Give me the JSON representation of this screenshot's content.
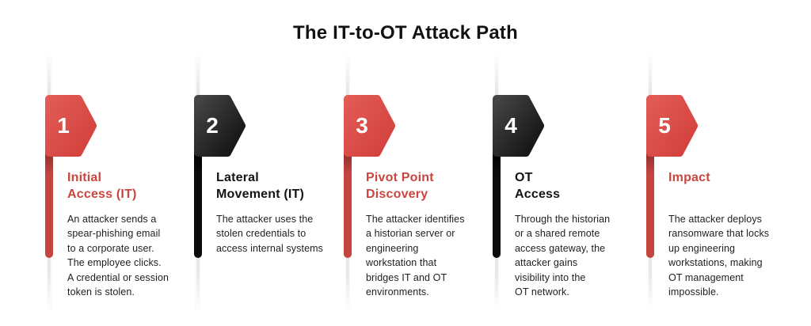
{
  "header": {
    "title": "The IT-to-OT Attack Path"
  },
  "theme": {
    "red_light": "#E25B55",
    "red_deep": "#D23F3B",
    "red_bar": "#C4453F",
    "red_bar_shadow": "#8E2F2B",
    "title_red": "#C8463F",
    "dark_light": "#454545",
    "dark_deep": "#0F0F0F",
    "dark_bar": "#0B0B0B",
    "title_dark": "#131313",
    "body_text": "#1E1E1E",
    "track_gray": "#E8E8E8",
    "number_color": "#FFFFFF",
    "heading_color": "#121212",
    "background": "#FFFFFF"
  },
  "steps": [
    {
      "number": "1",
      "accent": "red",
      "title": "Initial\nAccess (IT)",
      "body": "An attacker sends a\nspear-phishing email\nto a corporate user.\nThe employee clicks.\nA credential or session\ntoken is stolen."
    },
    {
      "number": "2",
      "accent": "dark",
      "title": "Lateral\nMovement (IT)",
      "body": "The attacker uses the\nstolen credentials to\naccess internal systems"
    },
    {
      "number": "3",
      "accent": "red",
      "title": "Pivot Point\nDiscovery",
      "body": "The attacker identifies\na historian server or\nengineering\nworkstation that\nbridges IT and OT\nenvironments."
    },
    {
      "number": "4",
      "accent": "dark",
      "title": "OT\nAccess",
      "body": "Through the historian\nor a shared remote\naccess gateway, the\nattacker gains\nvisibility into the\nOT network."
    },
    {
      "number": "5",
      "accent": "red",
      "title": "Impact",
      "body": "The attacker deploys\nransomware that locks\nup engineering\nworkstations, making\nOT management\nimpossible."
    }
  ]
}
